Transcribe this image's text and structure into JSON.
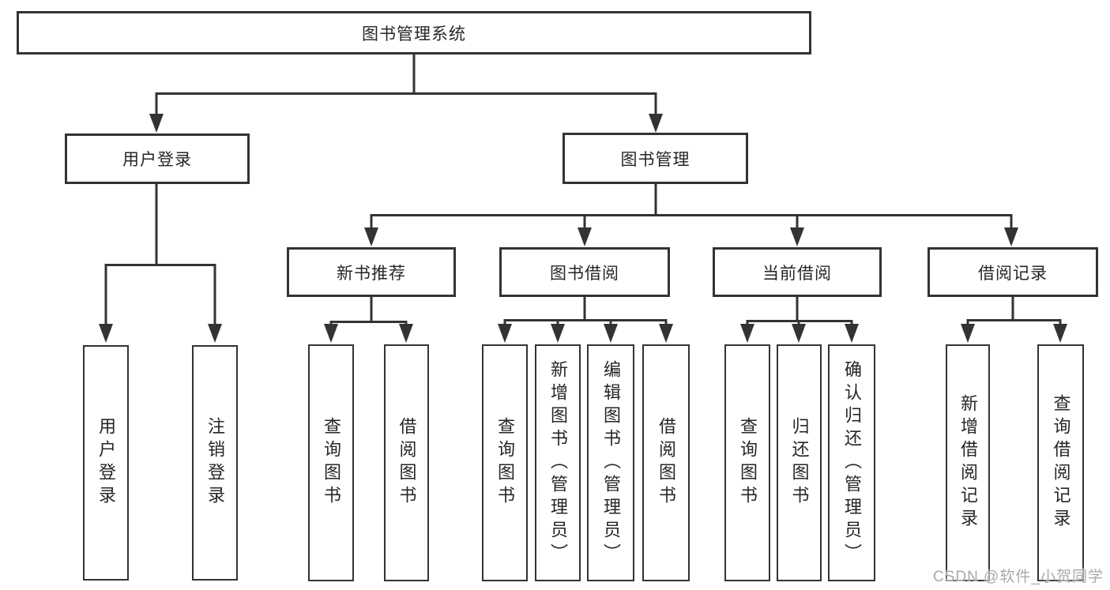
{
  "tree": {
    "root": {
      "label": "图书管理系统"
    },
    "branches": [
      {
        "label": "用户登录",
        "children": [
          {
            "label": "用户登录"
          },
          {
            "label": "注销登录"
          }
        ]
      },
      {
        "label": "图书管理",
        "children": [
          {
            "label": "新书推荐",
            "children": [
              {
                "label": "查询图书"
              },
              {
                "label": "借阅图书"
              }
            ]
          },
          {
            "label": "图书借阅",
            "children": [
              {
                "label": "查询图书"
              },
              {
                "label": "新增图书（管理员）"
              },
              {
                "label": "编辑图书（管理员）"
              },
              {
                "label": "借阅图书"
              }
            ]
          },
          {
            "label": "当前借阅",
            "children": [
              {
                "label": "查询图书"
              },
              {
                "label": "归还图书"
              },
              {
                "label": "确认归还（管理员）"
              }
            ]
          },
          {
            "label": "借阅记录",
            "children": [
              {
                "label": "新增借阅记录"
              },
              {
                "label": "查询借阅记录"
              }
            ]
          }
        ]
      }
    ]
  },
  "watermark": {
    "text": "CSDN @软件_小贺同学"
  },
  "colors": {
    "line": "#333333",
    "box_border": "#333333",
    "text": "#262626",
    "watermark": "#a9a9a9",
    "background": "#ffffff"
  }
}
